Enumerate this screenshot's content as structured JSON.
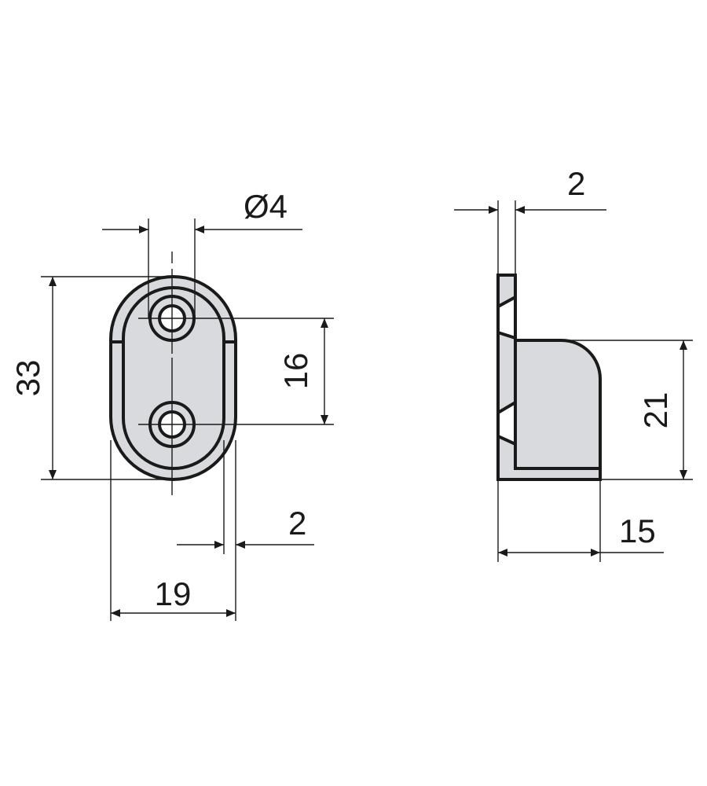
{
  "colors": {
    "part_fill": "#d9dadd",
    "line": "#1a1a1a",
    "background": "#ffffff"
  },
  "front_view": {
    "hole_diameter": "Ø4",
    "height": "33",
    "hole_spacing": "16",
    "wall": "2",
    "width": "19"
  },
  "side_view": {
    "plate_thickness": "2",
    "arm_height": "21",
    "depth": "15"
  }
}
